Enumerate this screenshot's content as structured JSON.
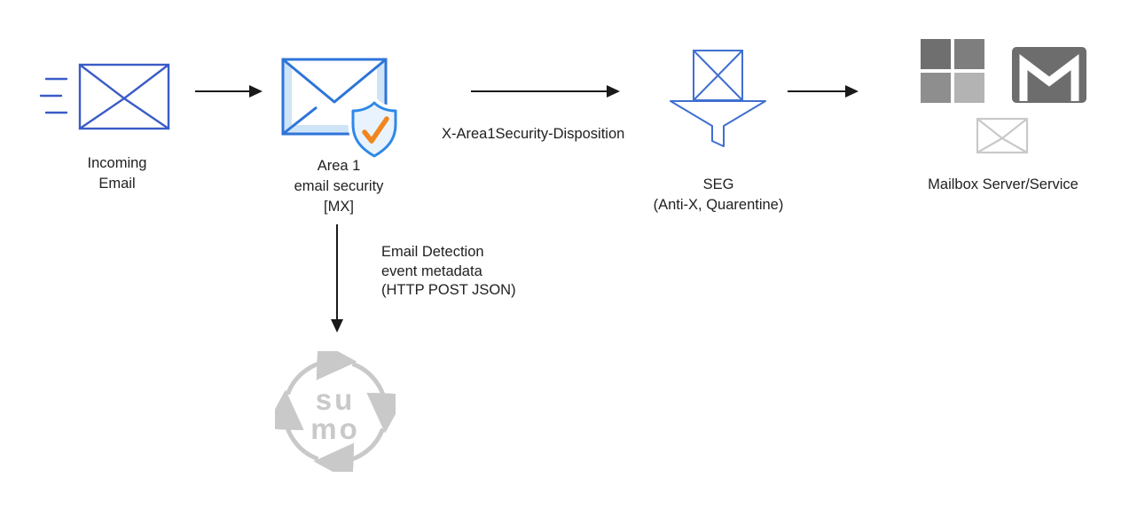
{
  "diagram": {
    "incoming": {
      "line1": "Incoming",
      "line2": "Email"
    },
    "area1": {
      "line1": "Area 1",
      "line2": "email security",
      "line3": "[MX]"
    },
    "disposition_label": "X-Area1Security-Disposition",
    "seg": {
      "line1": "SEG",
      "line2": "(Anti-X, Quarentine)"
    },
    "mailbox": {
      "label": "Mailbox Server/Service"
    },
    "metadata": {
      "line1": "Email Detection",
      "line2": "event metadata",
      "line3": "(HTTP POST JSON)"
    },
    "sumo": {
      "line1": "su",
      "line2": "mo"
    }
  },
  "colors": {
    "blue": "#3a5cc7",
    "area1_blue": "#2e74d9",
    "shield_blue": "#2f88e8",
    "light_blue": "#cfe4f7",
    "shield_fill": "#e9f3fd",
    "orange": "#f0861d",
    "seg_blue": "#3f6fd1",
    "gray_logo": "#c9c9c9",
    "gmail_gray": "#6d6d6d",
    "ms_tl": "#6f6f6f",
    "ms_tr": "#7e7e7e",
    "ms_bl": "#8e8e8e",
    "ms_br": "#b3b3b3",
    "arrow": "#1a1a1a",
    "text": "#212121"
  }
}
